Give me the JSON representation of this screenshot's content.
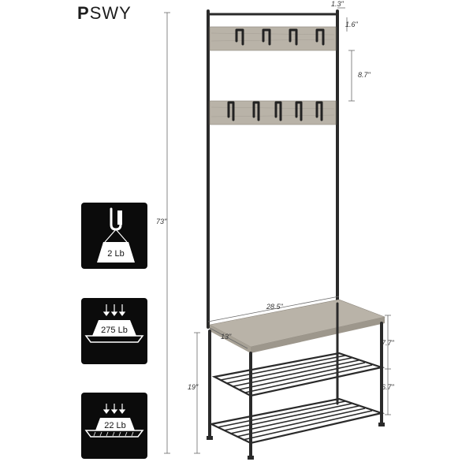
{
  "brand": {
    "letter": "P",
    "rest": "SWY"
  },
  "dimensions": {
    "total_height": "73\"",
    "top_bar": "1.3\"",
    "panel_gap": "1.6\"",
    "panel_spacing": "8.7\"",
    "width": "28.5\"",
    "depth": "13\"",
    "bench_height": "19\"",
    "shelf_upper_gap": "7.7\"",
    "shelf_lower_gap": "6.7\""
  },
  "capacities": {
    "hook": "2 Lb",
    "bench": "275 Lb",
    "shelf": "22 Lb"
  },
  "colors": {
    "steel": "#2a2a2a",
    "wood": "#b9b3a8",
    "tile": "#0b0b0b"
  }
}
